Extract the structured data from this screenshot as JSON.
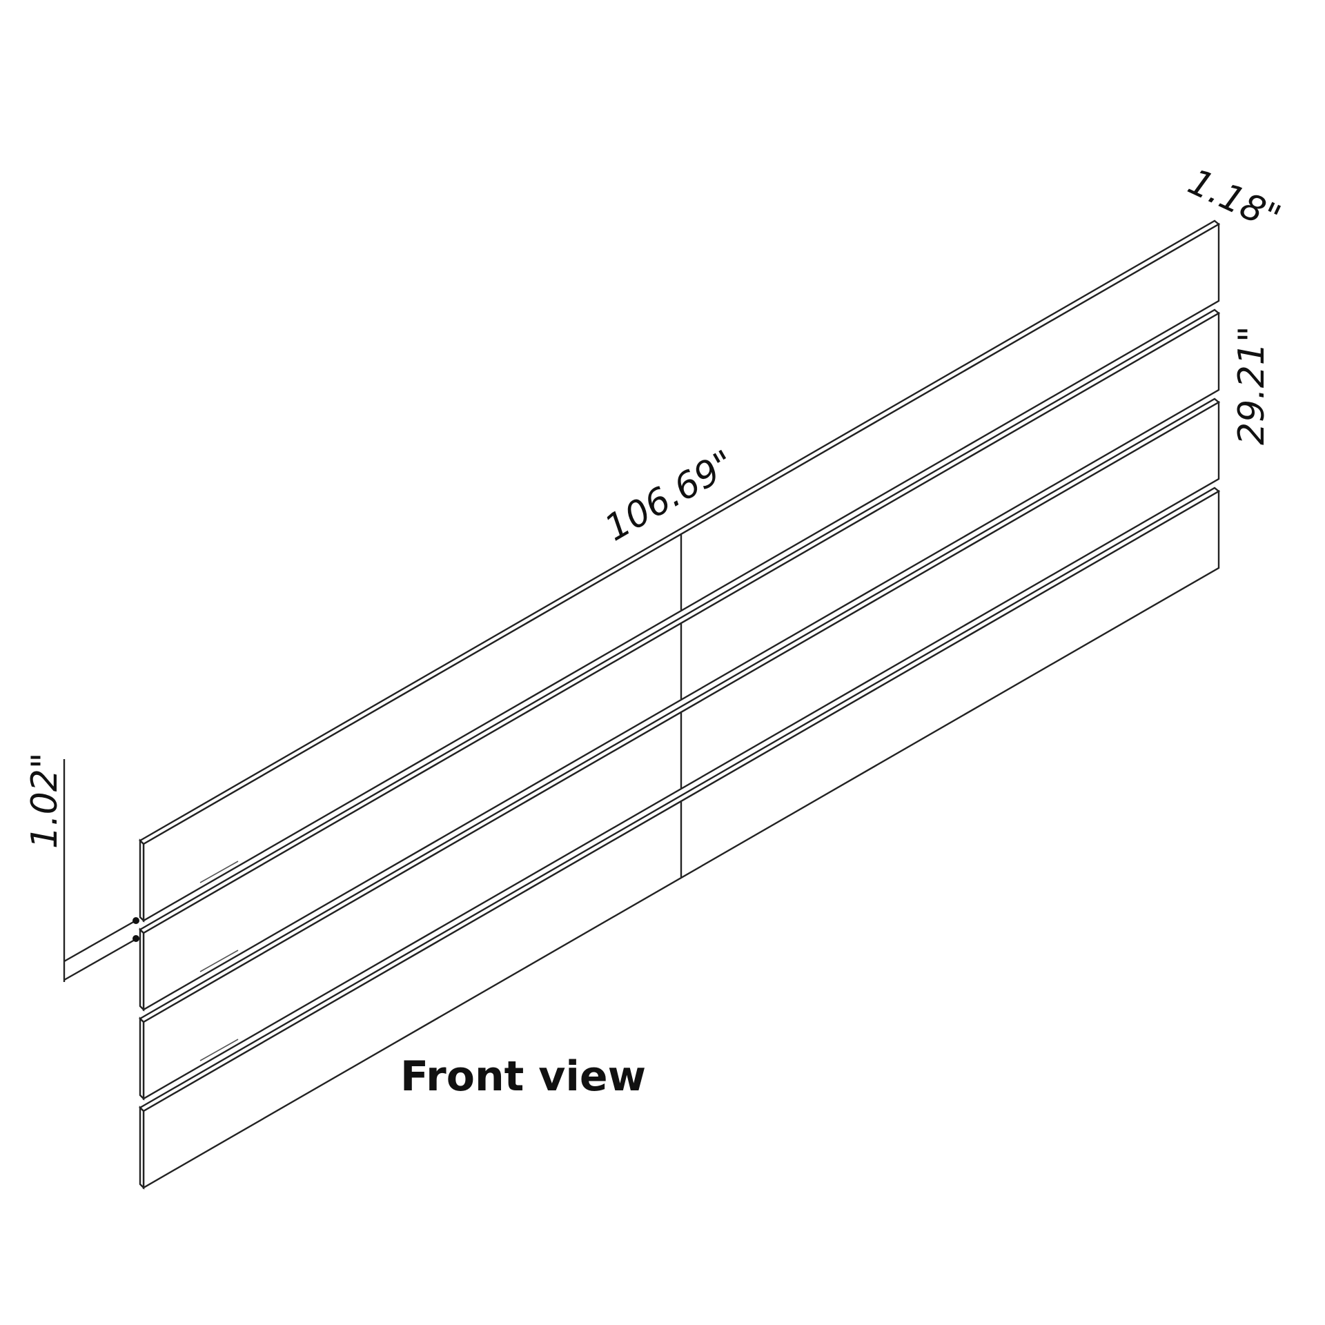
{
  "dimensions": {
    "length": "106.69\"",
    "thickness": "1.18\"",
    "height": "29.21\"",
    "gap": "1.02\""
  },
  "caption": "Front view",
  "panel_count": 4,
  "colors": {
    "line": "#222222",
    "background": "#ffffff"
  }
}
